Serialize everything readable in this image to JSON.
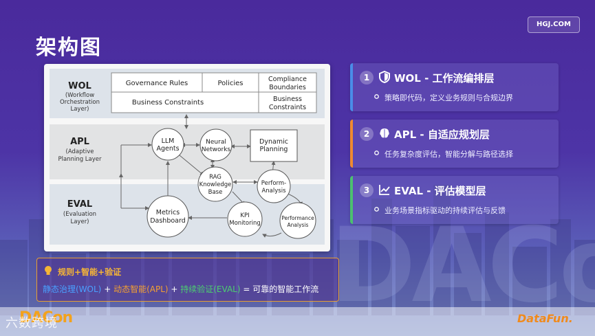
{
  "title": "架构图",
  "site_tag": "HGJ.COM",
  "diagram": {
    "layers": [
      {
        "name": "WOL",
        "desc": [
          "(Workflow",
          "Orchestration",
          "Layer)"
        ]
      },
      {
        "name": "APL",
        "desc": [
          "(Adaptive",
          "Planning Layer"
        ]
      },
      {
        "name": "EVAL",
        "desc": [
          "(Evaluation",
          "Layer)"
        ]
      }
    ],
    "wol_boxes": {
      "governance": "Governance Rules",
      "policies": "Policies",
      "compliance": [
        "Compliance",
        "Boundaries"
      ],
      "business": "Business Constraints",
      "business2": [
        "Business",
        "Constraints"
      ]
    },
    "nodes": {
      "llm": [
        "LLM",
        "Agents"
      ],
      "neural": [
        "Neural",
        "Networks"
      ],
      "dynamic": [
        "Dynamic",
        "Planning"
      ],
      "rag": [
        "RAG",
        "Knowledge",
        "Base"
      ],
      "perform": [
        "Perform-",
        "Analysis"
      ],
      "metrics": [
        "Metrics",
        "Dashboard"
      ],
      "kpi": [
        "KPI",
        "Monitoring"
      ],
      "performance": [
        "Performance",
        "Analysis"
      ]
    }
  },
  "layers_panel": [
    {
      "num": "1",
      "icon": "shield-icon",
      "title": "WOL - 工作流编排层",
      "desc": "策略即代码，定义业务规则与合规边界",
      "color": "#4a8de8"
    },
    {
      "num": "2",
      "icon": "brain-icon",
      "title": "APL - 自适应规划层",
      "desc": "任务复杂度评估，智能分解与路径选择",
      "color": "#f08a30"
    },
    {
      "num": "3",
      "icon": "chart-line-icon",
      "title": "EVAL - 评估模型层",
      "desc": "业务场景指标驱动的持续评估与反馈",
      "color": "#4cc070"
    }
  ],
  "summary": {
    "heading": "规则+智能+验证",
    "parts": [
      {
        "text": "静态治理(WOL)",
        "color": "#4aa0ff"
      },
      {
        "text": " + ",
        "color": "#ffffff"
      },
      {
        "text": "动态智能(APL)",
        "color": "#f5a030"
      },
      {
        "text": " + ",
        "color": "#ffffff"
      },
      {
        "text": "持续验证(EVAL)",
        "color": "#4cd070"
      },
      {
        "text": " = 可靠的智能工作流",
        "color": "#ffffff"
      }
    ]
  },
  "footer": {
    "dacon": "DACon",
    "watermark": "六数跨境",
    "datafun": "DataFun."
  }
}
